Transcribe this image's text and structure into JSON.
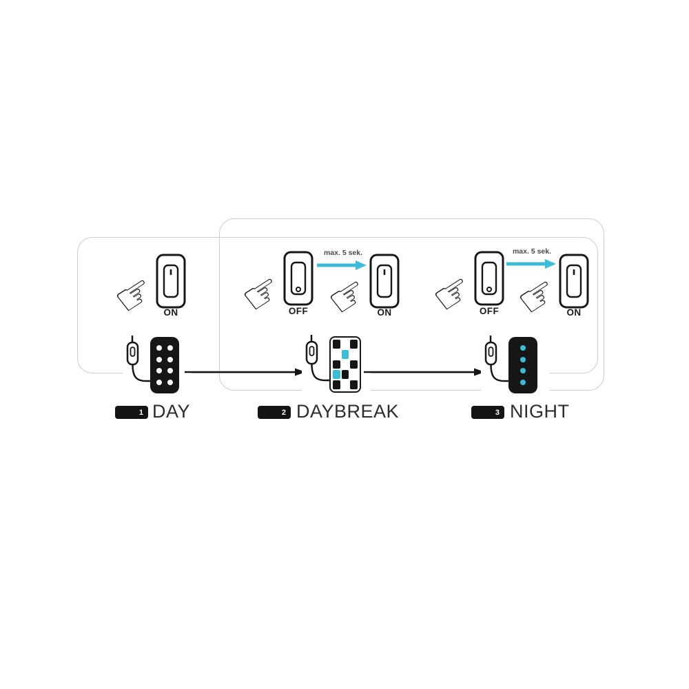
{
  "colors": {
    "accent": "#3bbcd9",
    "ink": "#161616",
    "frame": "#cccccc",
    "badge_bg": "#141414",
    "cells": {
      "k": "#161616",
      "w": "#ffffff",
      "c": "#3bbcd9"
    }
  },
  "icons": {
    "hand": "☞"
  },
  "steps": [
    {
      "badge": "1",
      "label": "DAY",
      "switches": [
        {
          "label": "ON",
          "state": "on"
        }
      ],
      "device": {
        "mode": "dots",
        "cells": [
          [
            "w",
            "w"
          ],
          [
            "w",
            "w"
          ],
          [
            "w",
            "w"
          ],
          [
            "w",
            "w"
          ]
        ]
      }
    },
    {
      "badge": "2",
      "label": "DAYBREAK",
      "timer_label": "max. 5 sek.",
      "switches": [
        {
          "label": "OFF",
          "state": "off"
        },
        {
          "label": "ON",
          "state": "on"
        }
      ],
      "device": {
        "mode": "checker",
        "cells": [
          [
            "k",
            "w",
            "k"
          ],
          [
            "w",
            "c",
            "w"
          ],
          [
            "k",
            "w",
            "k"
          ],
          [
            "c",
            "k",
            "w"
          ],
          [
            "k",
            "w",
            "k"
          ]
        ]
      }
    },
    {
      "badge": "3",
      "label": "NIGHT",
      "timer_label": "max. 5 sek.",
      "switches": [
        {
          "label": "OFF",
          "state": "off"
        },
        {
          "label": "ON",
          "state": "on"
        }
      ],
      "device": {
        "mode": "dots",
        "cells": [
          [
            "c"
          ],
          [
            "c"
          ],
          [
            "c"
          ],
          [
            "c"
          ]
        ]
      }
    }
  ]
}
